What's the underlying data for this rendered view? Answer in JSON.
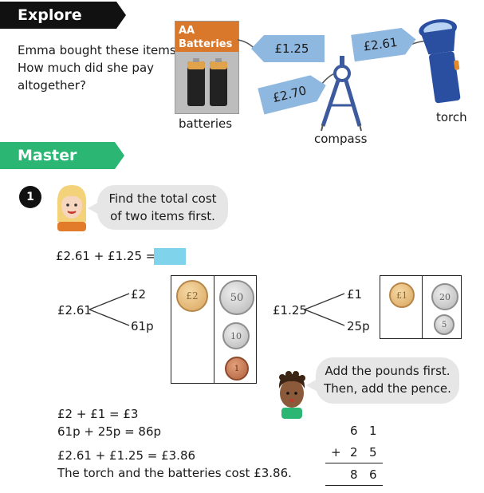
{
  "explore": {
    "banner": "Explore",
    "question_line1": "Emma bought these items.",
    "question_line2": "How much did she pay",
    "question_line3": "altogether?",
    "battery_pack_label_line1": "AA",
    "battery_pack_label_line2": "Batteries",
    "battery_caption": "batteries",
    "battery_price": "£1.25",
    "compass_price": "£2.70",
    "compass_caption": "compass",
    "torch_price": "£2.61",
    "torch_caption": "torch"
  },
  "master": {
    "banner": "Master",
    "question_number": "1",
    "hint_line1": "Find the total cost",
    "hint_line2": "of two items first.",
    "equation": "£2.61 + £1.25 = £",
    "partition1": {
      "whole": "£2.61",
      "part1": "£2",
      "part2": "61p"
    },
    "partition2": {
      "whole": "£1.25",
      "part1": "£1",
      "part2": "25p"
    },
    "coins1_left": [
      "£2"
    ],
    "coins1_right": [
      "50",
      "10",
      "1"
    ],
    "coins2_left": [
      "£1"
    ],
    "coins2_right": [
      "20",
      "5"
    ],
    "boy_hint_line1": "Add the pounds first.",
    "boy_hint_line2": "Then, add the pence.",
    "work_line1": "£2 + £1 = £3",
    "work_line2": "61p + 25p = 86p",
    "work_line3": "£2.61 + £1.25 = £3.86",
    "work_line4": "The torch and the batteries cost £3.86.",
    "column_add": {
      "top": [
        "6",
        "1"
      ],
      "op": "+",
      "middle": [
        "2",
        "5"
      ],
      "result": [
        "8",
        "6"
      ]
    }
  },
  "colors": {
    "explore_banner": "#111111",
    "master_banner": "#2bb673",
    "price_tag": "#8fb8e0",
    "answer_box": "#7fd3ea",
    "battery_label": "#d9772b"
  }
}
